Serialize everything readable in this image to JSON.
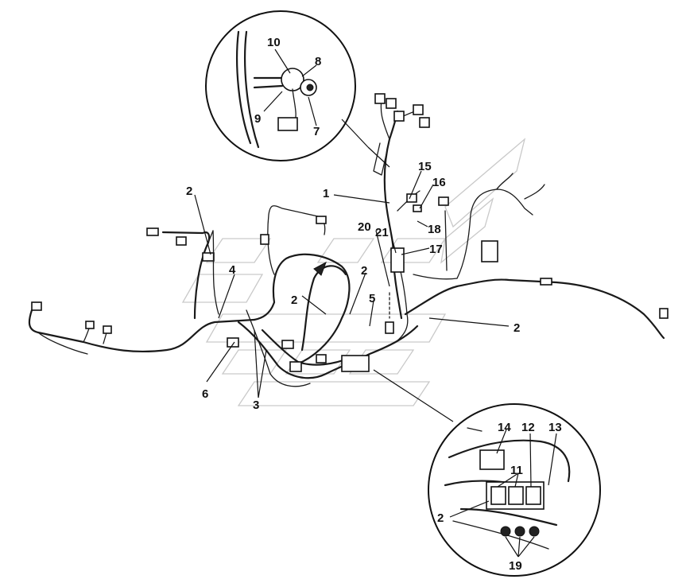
{
  "callouts": {
    "c1": "1",
    "c2a": "2",
    "c2b": "2",
    "c2c": "2",
    "c2d": "2",
    "c2e": "2",
    "c3": "3",
    "c4": "4",
    "c5": "5",
    "c6": "6",
    "c7": "7",
    "c8": "8",
    "c9": "9",
    "c10": "10",
    "c11": "11",
    "c12": "12",
    "c13": "13",
    "c14": "14",
    "c15": "15",
    "c16": "16",
    "c17": "17",
    "c18": "18",
    "c19": "19",
    "c20": "20",
    "c21": "21"
  },
  "colors": {
    "line": "#1a1a1a",
    "watermark": "#c9c9c9",
    "background": "#ffffff"
  }
}
